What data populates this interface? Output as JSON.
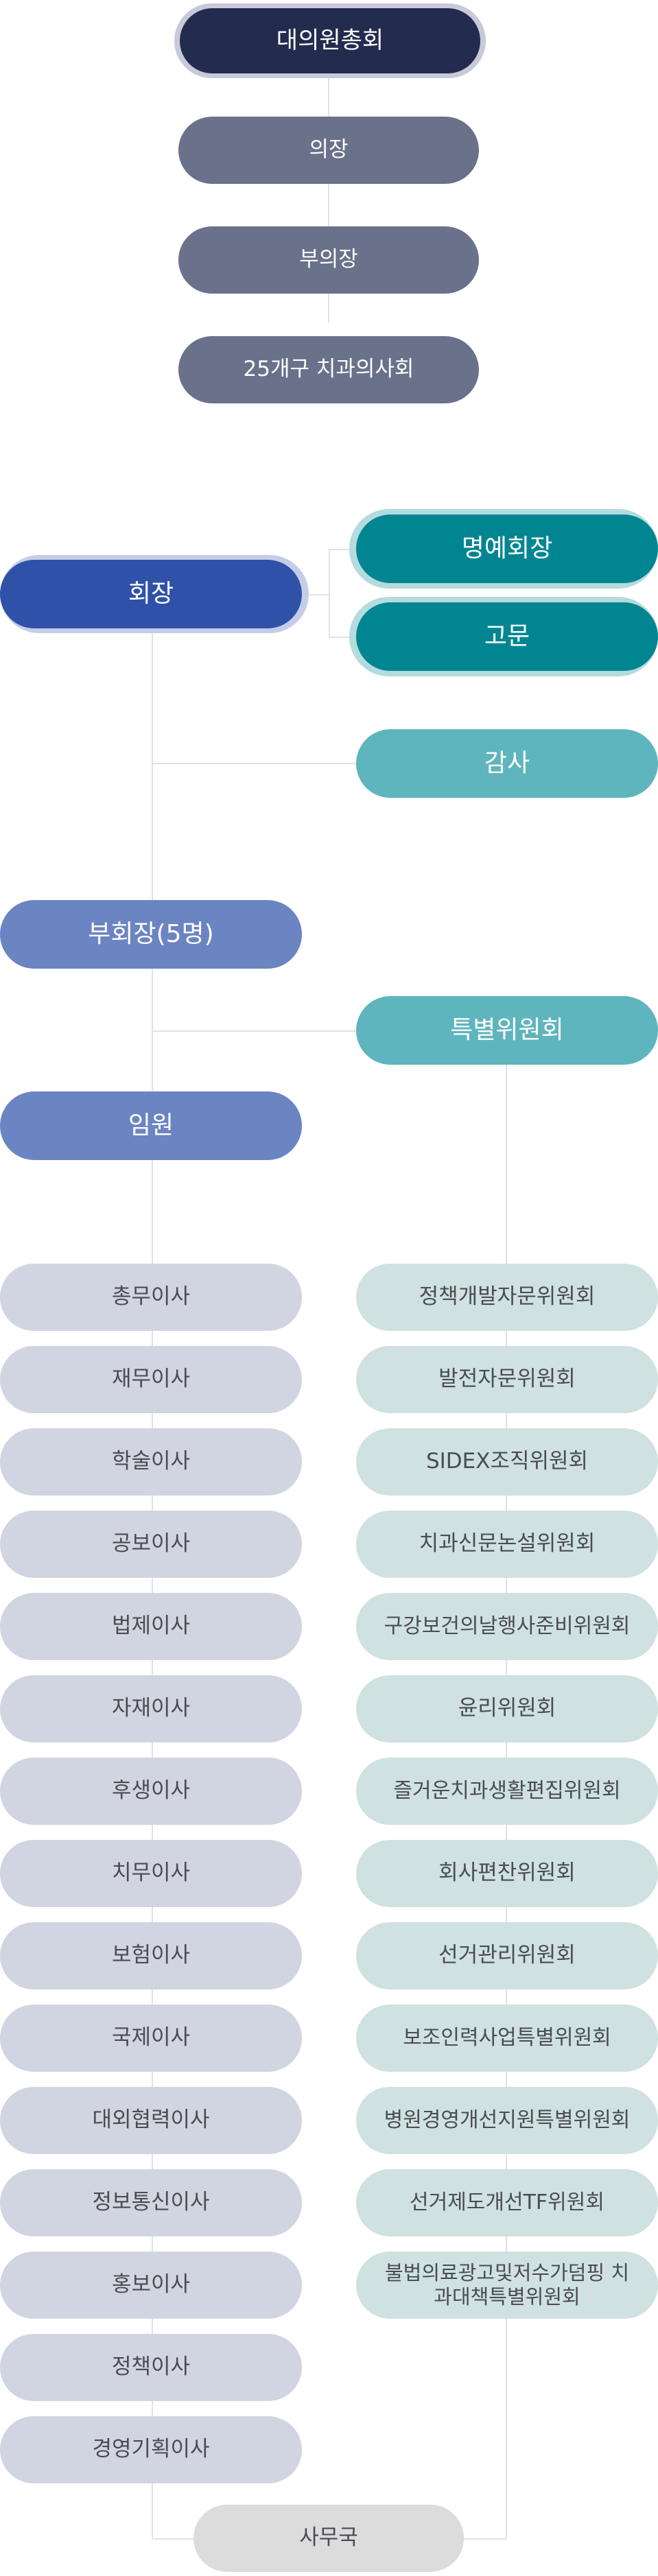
{
  "top": {
    "general_assembly": "대의원총회",
    "chair": "의장",
    "vice_chair": "부의장",
    "district_councils": "25개구 치과의사회"
  },
  "executive": {
    "president": "회장",
    "honorary_president": "명예회장",
    "advisor": "고문",
    "auditor": "감사",
    "vice_presidents": "부회장(5명)",
    "special_committees": "특별위원회",
    "officers": "임원"
  },
  "directors": [
    "총무이사",
    "재무이사",
    "학술이사",
    "공보이사",
    "법제이사",
    "자재이사",
    "후생이사",
    "치무이사",
    "보험이사",
    "국제이사",
    "대외협력이사",
    "정보통신이사",
    "홍보이사",
    "정책이사",
    "경영기획이사"
  ],
  "committees": [
    "정책개발자문위원회",
    "발전자문위원회",
    "SIDEX조직위원회",
    "치과신문논설위원회",
    "구강보건의날행사준비위원회",
    "윤리위원회",
    "즐거운치과생활편집위원회",
    "회사편찬위원회",
    "선거관리위원회",
    "보조인력사업특별위원회",
    "병원경영개선지원특별위원회",
    "선거제도개선TF위원회",
    "불법의료광고및저수가덤핑 치과대책특별위원회"
  ],
  "secretariat": "사무국",
  "colors": {
    "navy": "#232c4e",
    "slate": "#6a718a",
    "blue": "#2f52a8",
    "teal": "#018691",
    "light_teal": "#5fb5bd",
    "periwinkle": "#6b84c2",
    "gray": "#d1d5e1",
    "mint": "#cfe1e0",
    "line": "#dfe1e4"
  }
}
